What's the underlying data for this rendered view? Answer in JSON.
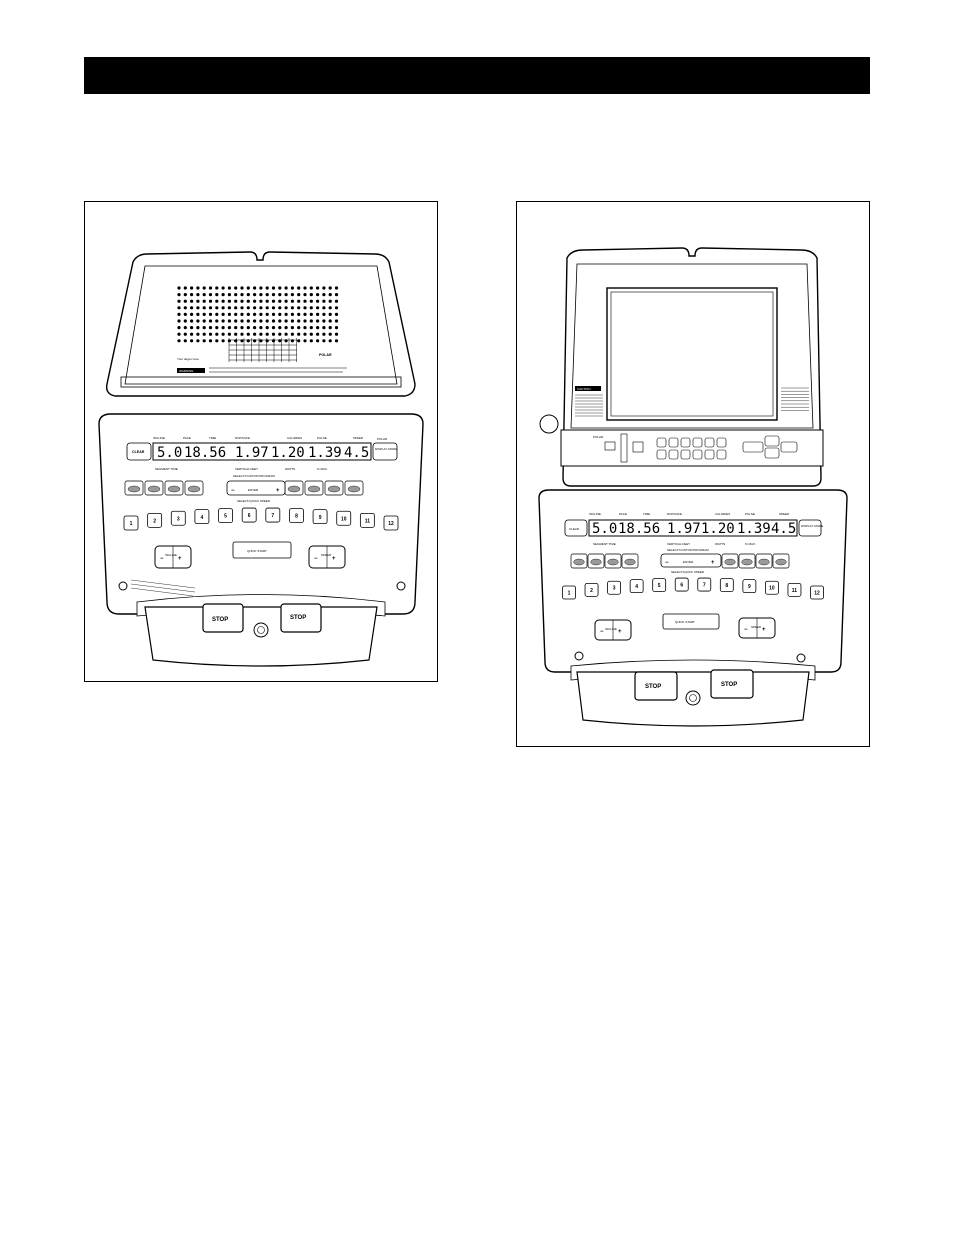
{
  "console": {
    "readouts": [
      "5.0",
      "18.56",
      "1.97",
      "1.20",
      "1.39",
      "4.5"
    ],
    "indicator_labels": [
      "INCLINE",
      "PACE",
      "TIME",
      "DISTANCE",
      "CALORIES",
      "PULSE",
      "SPEED"
    ],
    "mode_labels": [
      "SEGMENT TIME",
      "VERTICAL FEET",
      "WATTS",
      "% MAX."
    ],
    "clear_label": "CLEAR",
    "display_mode_label": "DISPLAY MODE",
    "incline_label": "INCLINE",
    "speed_label": "SPEED",
    "quick_start_label": "QUICK START",
    "stop_label": "STOP",
    "enter_label": "ENTER",
    "select_program_label": "SELECT/CUSTOM PROGRAM",
    "select_speed_label": "SELECT/QUICK SPEED",
    "polar_label": "POLAR",
    "warning_label": "WARNING",
    "caution_label": "CAUTION",
    "number_keys": [
      "1",
      "2",
      "3",
      "4",
      "5",
      "6",
      "7",
      "8",
      "9",
      "10",
      "11",
      "12"
    ]
  }
}
